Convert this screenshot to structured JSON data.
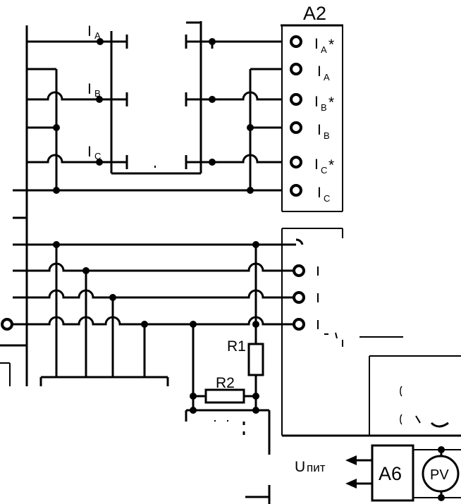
{
  "blocks": {
    "a2": "A2",
    "a6": "A6",
    "pv": "PV"
  },
  "resistors": {
    "r1": "R1",
    "r2": "R2"
  },
  "supply": {
    "main": "U",
    "sub": "пит"
  },
  "current_labels": [
    {
      "main": "I",
      "sub": "A"
    },
    {
      "main": "I",
      "sub": "B"
    },
    {
      "main": "I",
      "sub": "C"
    }
  ],
  "a2_terminals": [
    {
      "main": "I",
      "sub": "A",
      "star": "*"
    },
    {
      "main": "I",
      "sub": "A",
      "star": ""
    },
    {
      "main": "I",
      "sub": "B",
      "star": "*"
    },
    {
      "main": "I",
      "sub": "B",
      "star": ""
    },
    {
      "main": "I",
      "sub": "C",
      "star": "*"
    },
    {
      "main": "I",
      "sub": "C",
      "star": ""
    }
  ]
}
